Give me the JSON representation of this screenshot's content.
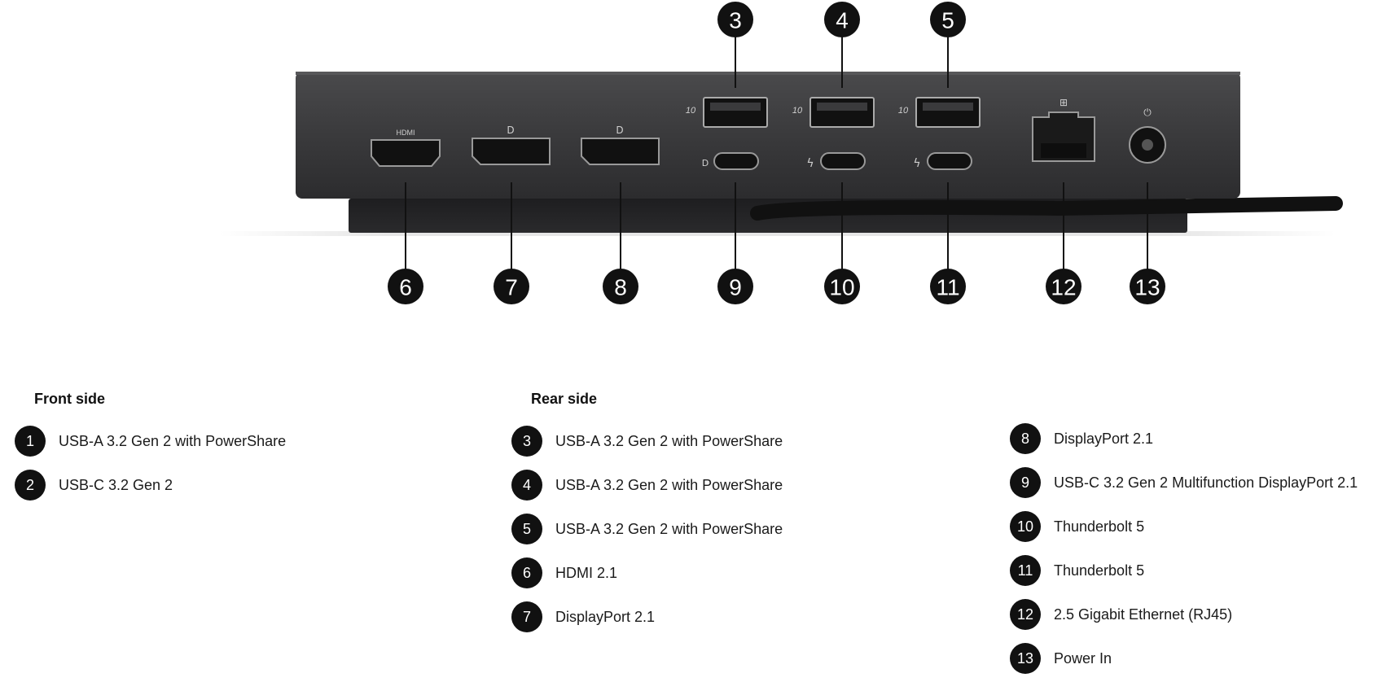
{
  "front_side": {
    "heading": "Front side",
    "items": [
      {
        "number": "1",
        "label": "USB-A 3.2 Gen 2 with PowerShare"
      },
      {
        "number": "2",
        "label": "USB-C 3.2 Gen 2"
      }
    ]
  },
  "rear_side": {
    "heading": "Rear side",
    "items_col1": [
      {
        "number": "3",
        "label": "USB-A 3.2 Gen 2 with PowerShare"
      },
      {
        "number": "4",
        "label": "USB-A 3.2 Gen 2 with PowerShare"
      },
      {
        "number": "5",
        "label": "USB-A 3.2 Gen 2 with PowerShare"
      },
      {
        "number": "6",
        "label": "HDMI 2.1"
      },
      {
        "number": "7",
        "label": "DisplayPort 2.1"
      }
    ],
    "items_col2": [
      {
        "number": "8",
        "label": "DisplayPort 2.1"
      },
      {
        "number": "9",
        "label": "USB-C 3.2 Gen 2 Multifunction DisplayPort 2.1"
      },
      {
        "number": "10",
        "label": "Thunderbolt 5"
      },
      {
        "number": "11",
        "label": "Thunderbolt 5"
      },
      {
        "number": "12",
        "label": "2.5 Gigabit Ethernet (RJ45)"
      },
      {
        "number": "13",
        "label": "Power In"
      }
    ]
  },
  "device_markings": {
    "hdmi": "HDMI",
    "usb_speed": "10"
  },
  "callouts": {
    "top": [
      "3",
      "4",
      "5"
    ],
    "bottom": [
      "6",
      "7",
      "8",
      "9",
      "10",
      "11",
      "12",
      "13"
    ]
  },
  "colors": {
    "device_body": "#3a3a3c",
    "callout_fill": "#111111",
    "text": "#1a1a1a"
  }
}
